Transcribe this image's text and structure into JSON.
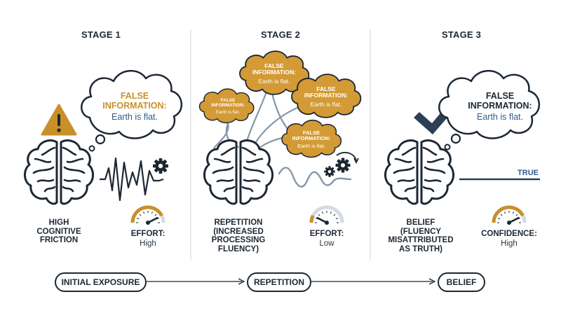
{
  "stages": [
    {
      "title": "STAGE 1",
      "cloud": {
        "title": "FALSE\nINFORMATION:",
        "text": "Earth is flat."
      },
      "caption": "HIGH\nCOGNITIVE\nFRICTION",
      "gauge": {
        "label": "EFFORT:",
        "value": "High",
        "level": 0.85
      },
      "icons": [
        "warning-icon",
        "brain-icon",
        "gear-icon",
        "gauge-icon"
      ]
    },
    {
      "title": "STAGE 2",
      "clouds": [
        {
          "title": "FALSE\nINFORMATION:",
          "text": "Earth is flat."
        },
        {
          "title": "FALSE\nINFORMATION:",
          "text": "Earth is flat."
        },
        {
          "title": "FALSE\nINFORMATION:",
          "text": "Earth is flat."
        },
        {
          "title": "FALSE\nINFORMATION:",
          "text": "Earth is flat."
        }
      ],
      "caption": "REPETITION\n(INCREASED\nPROCESSING\nFLUENCY)",
      "gauge": {
        "label": "EFFORT:",
        "value": "Low",
        "level": 0.15
      },
      "icons": [
        "brain-icon",
        "gear-icon",
        "gauge-icon"
      ]
    },
    {
      "title": "STAGE 3",
      "cloud": {
        "title": "FALSE\nINFORMATION:",
        "text": "Earth is flat."
      },
      "caption": "BELIEF\n(FLUENCY\nMISATTRIBUTED\nAS TRUTH)",
      "true_label": "TRUE",
      "gauge": {
        "label": "CONFIDENCE:",
        "value": "High",
        "level": 0.85
      },
      "icons": [
        "checkmark-icon",
        "brain-icon",
        "gauge-icon"
      ]
    }
  ],
  "timeline": [
    "INITIAL EXPOSURE",
    "REPETITION",
    "BELIEF"
  ],
  "colors": {
    "navy": "#1c2733",
    "gold": "#c9902a",
    "steel": "#2e5c8a",
    "line": "#8496a8",
    "divider": "#dfe3e8"
  }
}
